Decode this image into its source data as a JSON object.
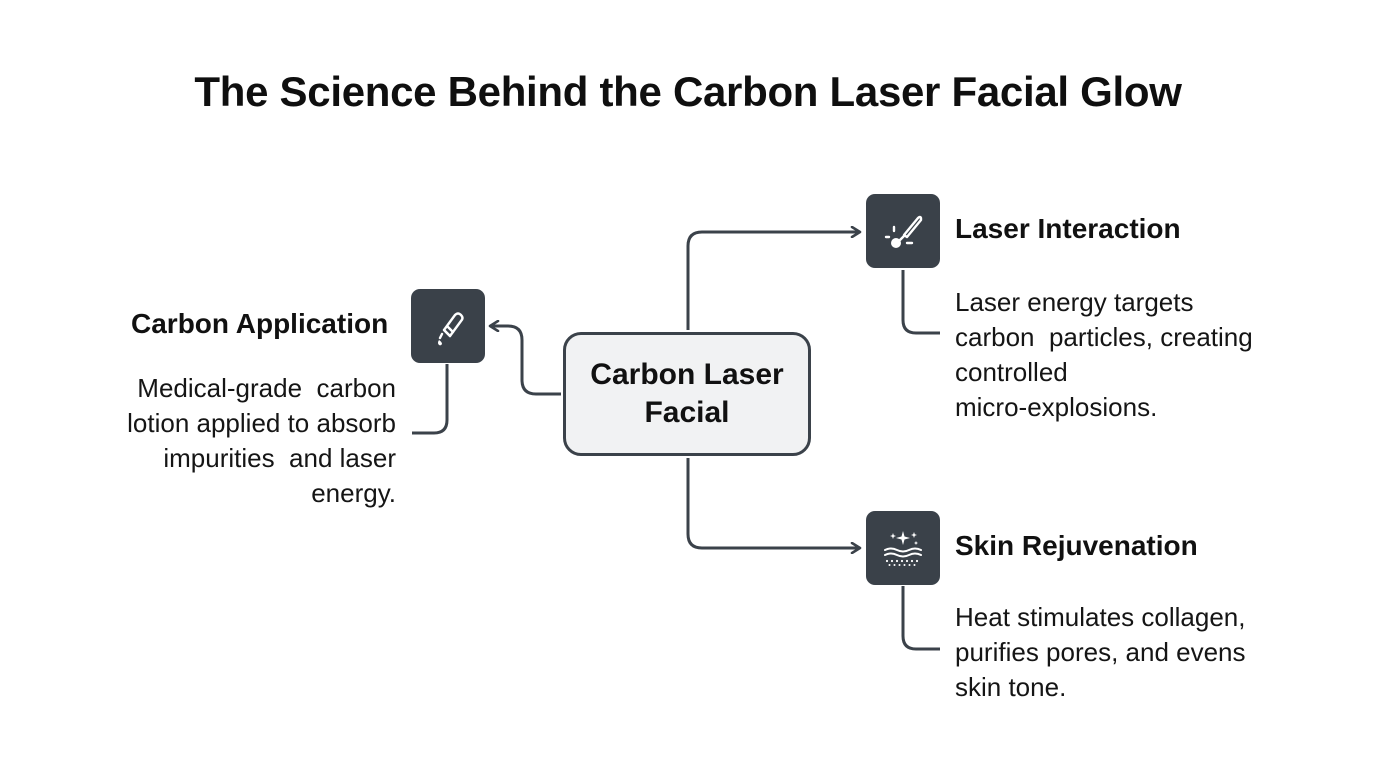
{
  "title": "The Science Behind the Carbon Laser Facial Glow",
  "center": {
    "label_line1": "Carbon Laser",
    "label_line2": "Facial"
  },
  "nodes": {
    "carbon_application": {
      "heading": "Carbon Application",
      "description": [
        "Medical-grade  carbon",
        "lotion applied to absorb",
        "impurities  and laser",
        "energy."
      ],
      "icon": "dropper-icon"
    },
    "laser_interaction": {
      "heading": "Laser Interaction",
      "description": [
        "Laser energy targets",
        "carbon  particles, creating",
        "controlled",
        "micro-explosions."
      ],
      "icon": "laser-pen-icon"
    },
    "skin_rejuvenation": {
      "heading": "Skin Rejuvenation",
      "description": [
        "Heat stimulates collagen,",
        "purifies pores, and evens",
        "skin tone."
      ],
      "icon": "skin-sparkle-icon"
    }
  },
  "colors": {
    "icon_bg": "#3a4149",
    "connector": "#3b424a",
    "center_bg": "#f1f2f3",
    "text": "#111111"
  }
}
